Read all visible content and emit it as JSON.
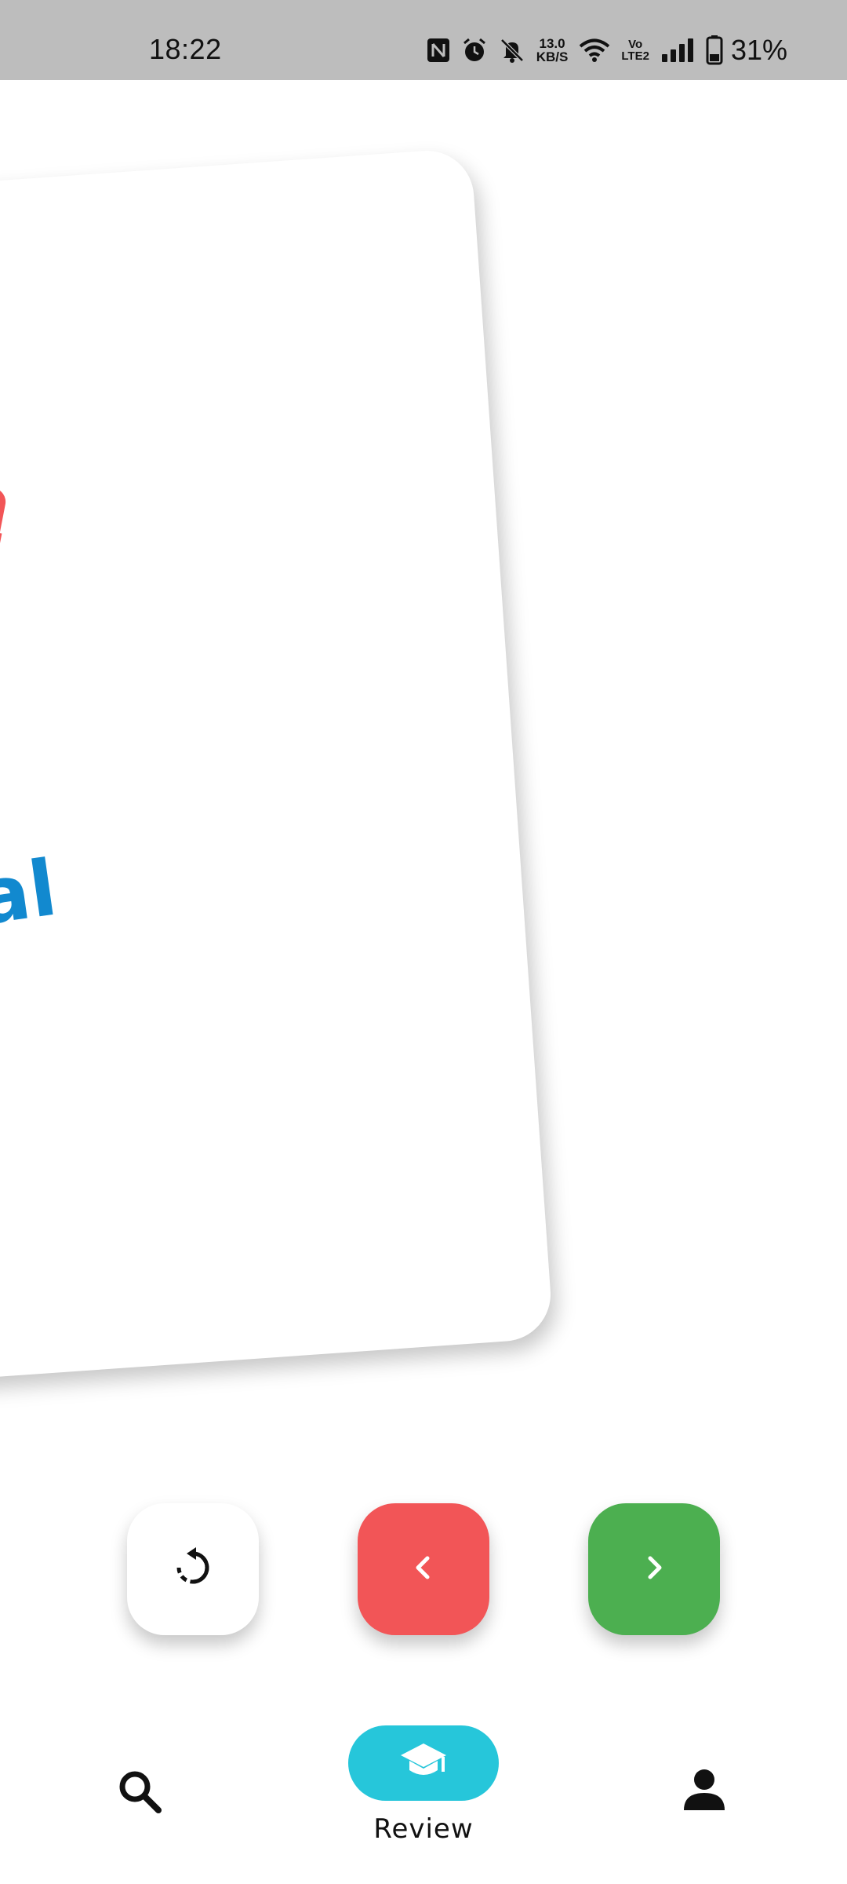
{
  "status_bar": {
    "time": "18:22",
    "net_speed_value": "13.0",
    "net_speed_unit": "KB/S",
    "volte_top": "Vo",
    "volte_bottom": "LTE2",
    "battery_percent": "31%",
    "icons": [
      "nfc-icon",
      "alarm-icon",
      "mute-icon",
      "wifi-icon",
      "signal-icon",
      "battery-icon"
    ]
  },
  "card": {
    "stamp_label": "FORGOT",
    "word": "Ephemeral",
    "colors": {
      "stamp": "#f25557",
      "stamp_fill": "#fde1e2",
      "word": "#1289cf"
    }
  },
  "actions": {
    "undo_icon": "undo-icon",
    "prev_icon": "chevron-left-icon",
    "next_icon": "chevron-right-icon",
    "colors": {
      "undo": "#ffffff",
      "prev": "#f25557",
      "next": "#4caf50"
    }
  },
  "bottom_nav": {
    "items": [
      {
        "icon": "search-icon",
        "label": ""
      },
      {
        "icon": "graduation-cap-icon",
        "label": "Review",
        "active": true
      },
      {
        "icon": "person-icon",
        "label": ""
      }
    ],
    "active_color": "#26c6da"
  }
}
